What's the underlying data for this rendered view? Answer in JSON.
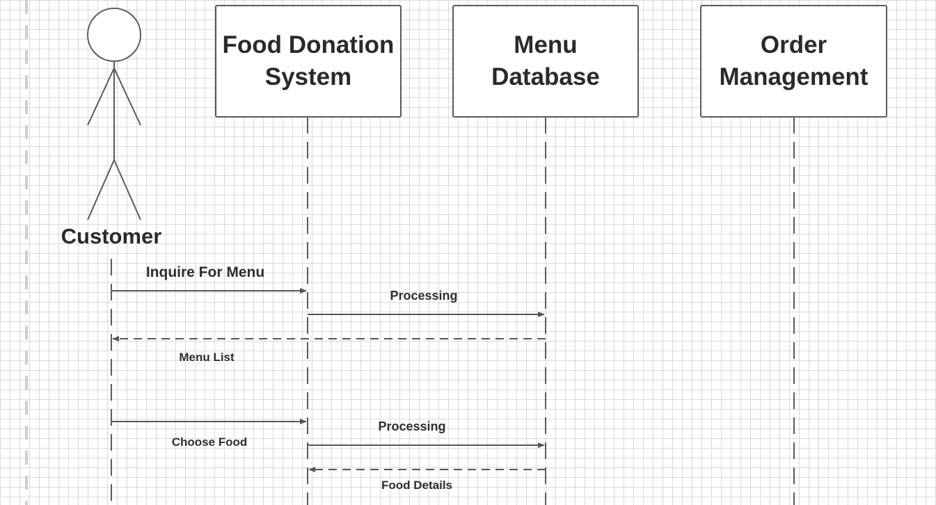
{
  "diagram": {
    "actor": {
      "label": "Customer"
    },
    "participants": [
      {
        "id": "food-donation-system",
        "lines": [
          "Food Donation",
          "System"
        ]
      },
      {
        "id": "menu-database",
        "lines": [
          "Menu Database"
        ]
      },
      {
        "id": "order-management",
        "lines": [
          "Order",
          "Management"
        ]
      }
    ],
    "messages": [
      {
        "label": "Inquire For Menu",
        "from": "Customer",
        "to": "Food Donation System",
        "style": "solid"
      },
      {
        "label": "Processing",
        "from": "Food Donation System",
        "to": "Menu Database",
        "style": "solid"
      },
      {
        "label": "Menu List",
        "from": "Menu Database",
        "to": "Customer",
        "style": "dashed"
      },
      {
        "label": "Choose Food",
        "from": "Customer",
        "to": "Food Donation System",
        "style": "solid"
      },
      {
        "label": "Processing",
        "from": "Food Donation System",
        "to": "Menu Database",
        "style": "solid"
      },
      {
        "label": "Food Details",
        "from": "Menu Database",
        "to": "Food Donation System",
        "style": "dashed"
      }
    ],
    "colors": {
      "line": "#5a5a5a",
      "text": "#2a2a2a",
      "grid": "#d9d9d9"
    }
  }
}
